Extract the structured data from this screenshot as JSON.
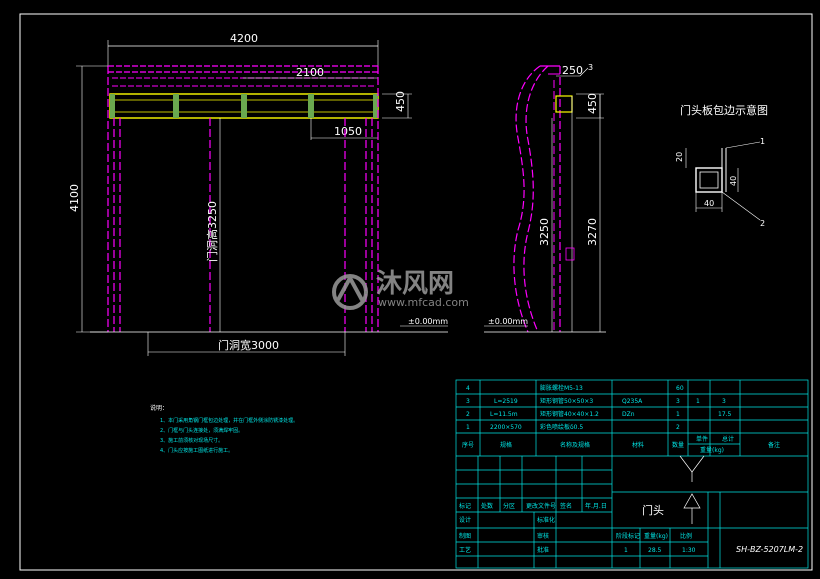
{
  "drawing": {
    "dims": {
      "overall_width": "4200",
      "beam_width": "2100",
      "half_width": "1050",
      "beam_height": "450",
      "overall_height": "4100",
      "door_height": "门洞高3250",
      "door_width": "门洞宽3000",
      "level_front": "±0.00mm",
      "side_top": "250",
      "side_beam": "450",
      "side_height_a": "3250",
      "side_height_b": "3270",
      "level_side": "±0.00mm",
      "detail_w": "40",
      "detail_h1": "20",
      "detail_h2": "40",
      "callout_1": "1",
      "callout_2": "2",
      "callout_3": "3"
    },
    "detail_title": "门头板包边示意图",
    "watermark": {
      "brand": "沐风网",
      "url": "www.mfcad.com"
    },
    "notes": {
      "title": "说明：",
      "lines": [
        "1、本门采用角钢门框包边处理，并在门框外侧涂防锈漆处理。",
        "2、门框与门头连接处，须满焊牢固。",
        "3、施工前须核对现场尺寸。",
        "4、门头应按施工图纸进行施工。"
      ]
    },
    "title_block": {
      "bom": [
        {
          "no": "4",
          "spec": "",
          "name": "膨胀螺栓M5-13",
          "mat": "",
          "qty": "60",
          "w1": "",
          "w2": ""
        },
        {
          "no": "3",
          "spec": "L=2519",
          "name": "矩形钢管50×50×3",
          "mat": "Q235A",
          "qty": "3",
          "w1": "1",
          "w2": "3"
        },
        {
          "no": "2",
          "spec": "L=11.5m",
          "name": "矩形钢管40×40×1.2",
          "mat": "DZn",
          "qty": "1",
          "w1": "",
          "w2": "17.5"
        },
        {
          "no": "1",
          "spec": "2200×570",
          "name": "彩色喷绘板δ0.5",
          "mat": "",
          "qty": "2",
          "w1": "",
          "w2": ""
        }
      ],
      "bom_header": {
        "no": "序号",
        "spec": "规格",
        "name": "名称及规格",
        "mat": "材料",
        "qty": "数量",
        "weight": "重量(kg)",
        "single": "单件",
        "total": "总计",
        "remark": "备注"
      },
      "part_name": "门头",
      "drawing_no": "SH-BZ-5207LM-2",
      "labels": {
        "mark": "标记",
        "count": "处数",
        "zone": "分区",
        "change_doc": "更改文件号",
        "sign": "签名",
        "date": "年.月.日",
        "design": "设计",
        "standardize": "标准化",
        "drafter": "制图",
        "review": "审核",
        "process": "工艺",
        "approve": "批准",
        "stage_mark": "阶段标记",
        "weight": "重量(kg)",
        "scale": "比例"
      },
      "stage_values": {
        "mark": "1",
        "weight": "28.5",
        "scale": "1:30"
      }
    }
  }
}
